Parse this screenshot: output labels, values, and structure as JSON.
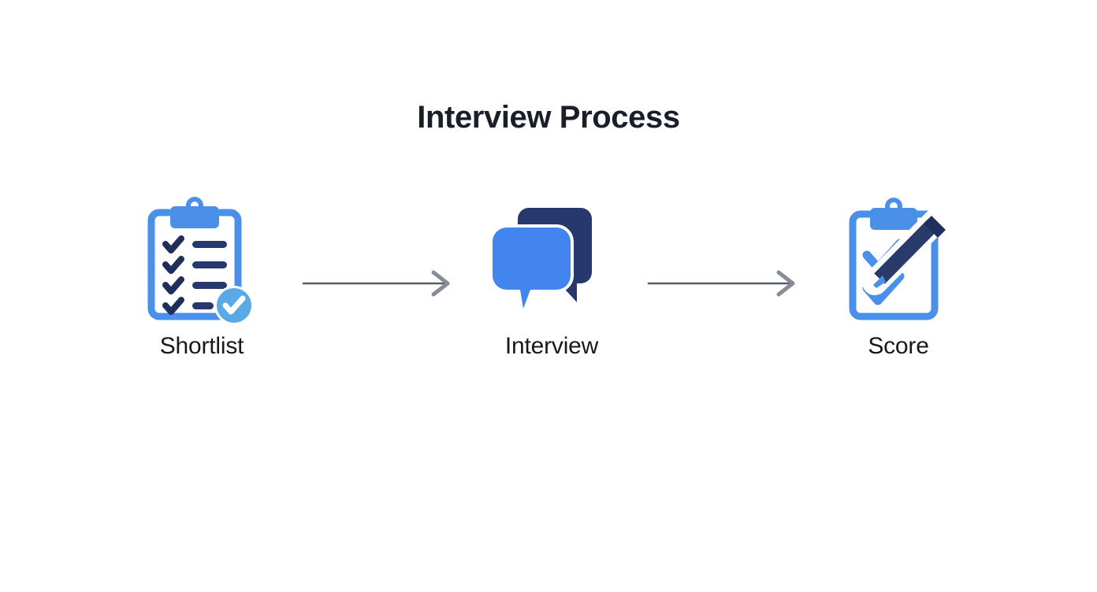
{
  "page": {
    "title": "Interview Process",
    "background_color": "#ffffff",
    "title_color": "#1a1e28"
  },
  "theme": {
    "primary_blue": "#4a90e8",
    "light_blue": "#4285ef",
    "badge_blue": "#5aa9e6",
    "dark_navy": "#26386e",
    "deep_navy": "#1e2f5c",
    "arrow_gray": "#565b66",
    "arrow_head_gray": "#878c97",
    "white": "#ffffff"
  },
  "flow": {
    "steps": [
      {
        "id": "shortlist",
        "label": "Shortlist",
        "icon": "clipboard-checklist-verified-icon",
        "checklist_rows": 4
      },
      {
        "id": "interview",
        "label": "Interview",
        "icon": "speech-bubbles-icon",
        "bubbles": 2
      },
      {
        "id": "score",
        "label": "Score",
        "icon": "clipboard-pen-score-icon",
        "check_rows": 2
      }
    ],
    "connectors": [
      {
        "id": "connector-1",
        "icon": "arrow-right-icon",
        "from": "shortlist",
        "to": "interview"
      },
      {
        "id": "connector-2",
        "icon": "arrow-right-icon",
        "from": "interview",
        "to": "score"
      }
    ]
  }
}
